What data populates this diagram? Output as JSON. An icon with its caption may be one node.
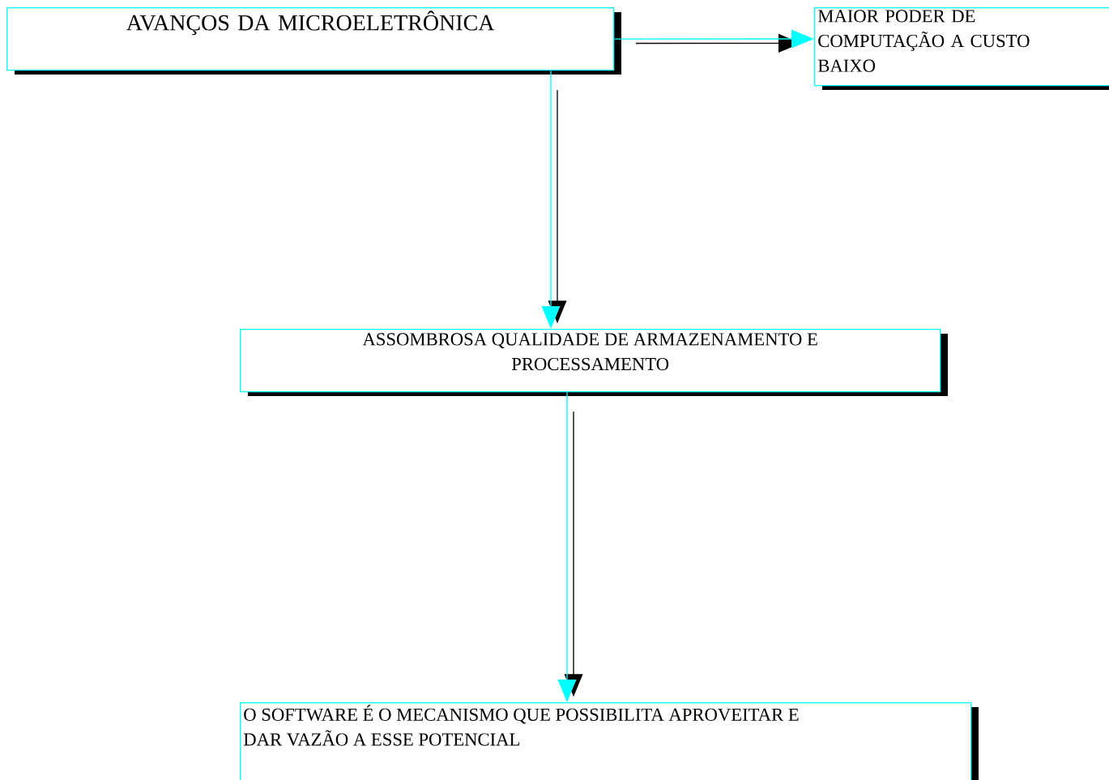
{
  "diagram": {
    "nodes": [
      {
        "text": [
          "AVANÇOS DA MICROELETRÔNICA"
        ]
      },
      {
        "text": [
          "MAIOR PODER DE COMPUTAÇÃO A CUSTO BAIXO"
        ]
      },
      {
        "text": [
          "ASSOMBROSA QUALIDADE DE ARMAZENAMENTO E PROCESSAMENTO"
        ]
      },
      {
        "text": [
          "O SOFTWARE É O MECANISMO QUE POSSIBILITA APROVEITAR E DAR VAZÃO A ESSE POTENCIAL"
        ]
      }
    ],
    "edges": [
      {
        "from": 0,
        "to": 1,
        "arrow": "to"
      },
      {
        "from": 0,
        "to": 2,
        "arrow": "to"
      },
      {
        "from": 2,
        "to": 3,
        "arrow": "to"
      }
    ]
  }
}
